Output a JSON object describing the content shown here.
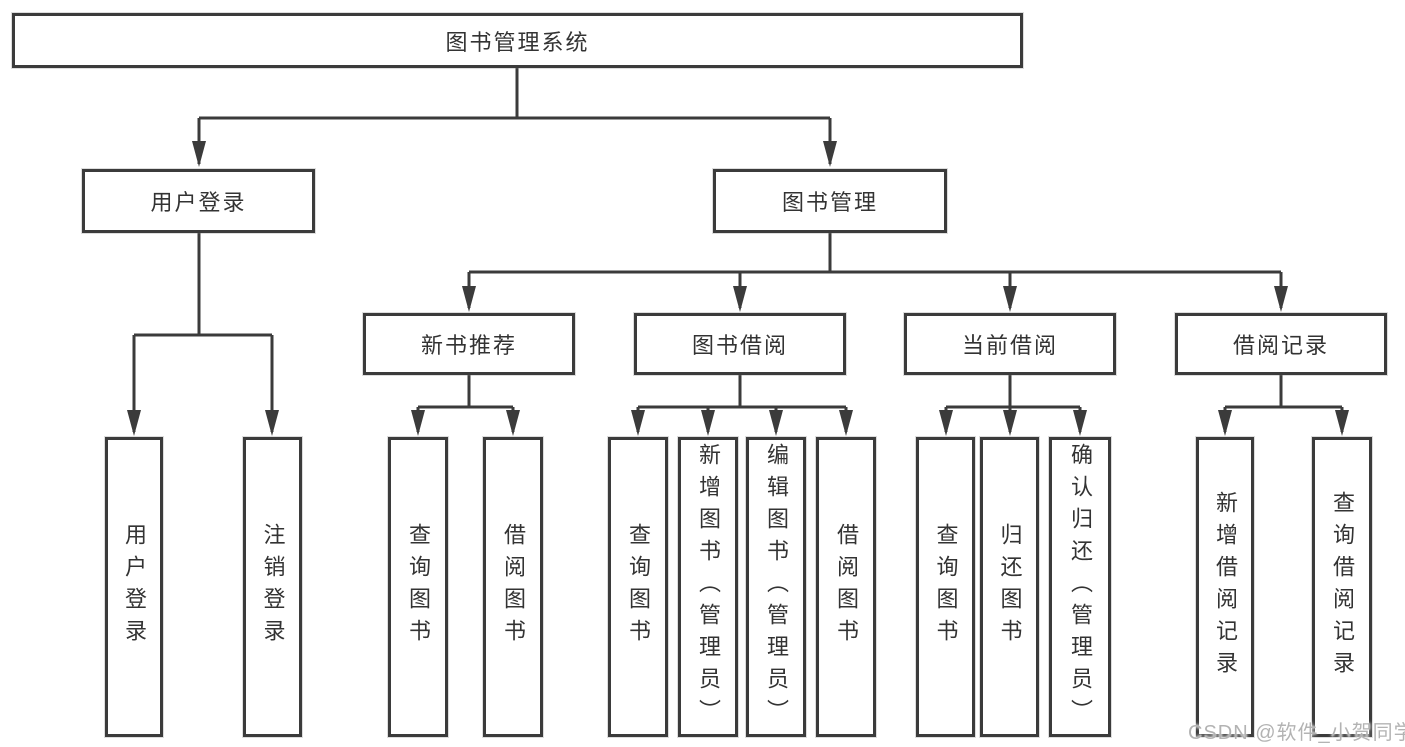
{
  "root": {
    "label": "图书管理系统"
  },
  "branches": {
    "user_login": {
      "label": "用户登录",
      "leaves": [
        "用户登录",
        "注销登录"
      ]
    },
    "book_mgmt": {
      "label": "图书管理",
      "sections": [
        {
          "label": "新书推荐",
          "leaves": [
            "查询图书",
            "借阅图书"
          ]
        },
        {
          "label": "图书借阅",
          "leaves": [
            "查询图书",
            "新增图书（管理员）",
            "编辑图书（管理员）",
            "借阅图书"
          ]
        },
        {
          "label": "当前借阅",
          "leaves": [
            "查询图书",
            "归还图书",
            "确认归还（管理员）"
          ]
        },
        {
          "label": "借阅记录",
          "leaves": [
            "新增借阅记录",
            "查询借阅记录"
          ]
        }
      ]
    }
  },
  "watermark": {
    "text": "CSDN @软件_小贺同学"
  },
  "colors": {
    "line": "#3b3b3b",
    "text": "#333333",
    "background": "#ffffff",
    "watermark": "#b3b3b3"
  }
}
